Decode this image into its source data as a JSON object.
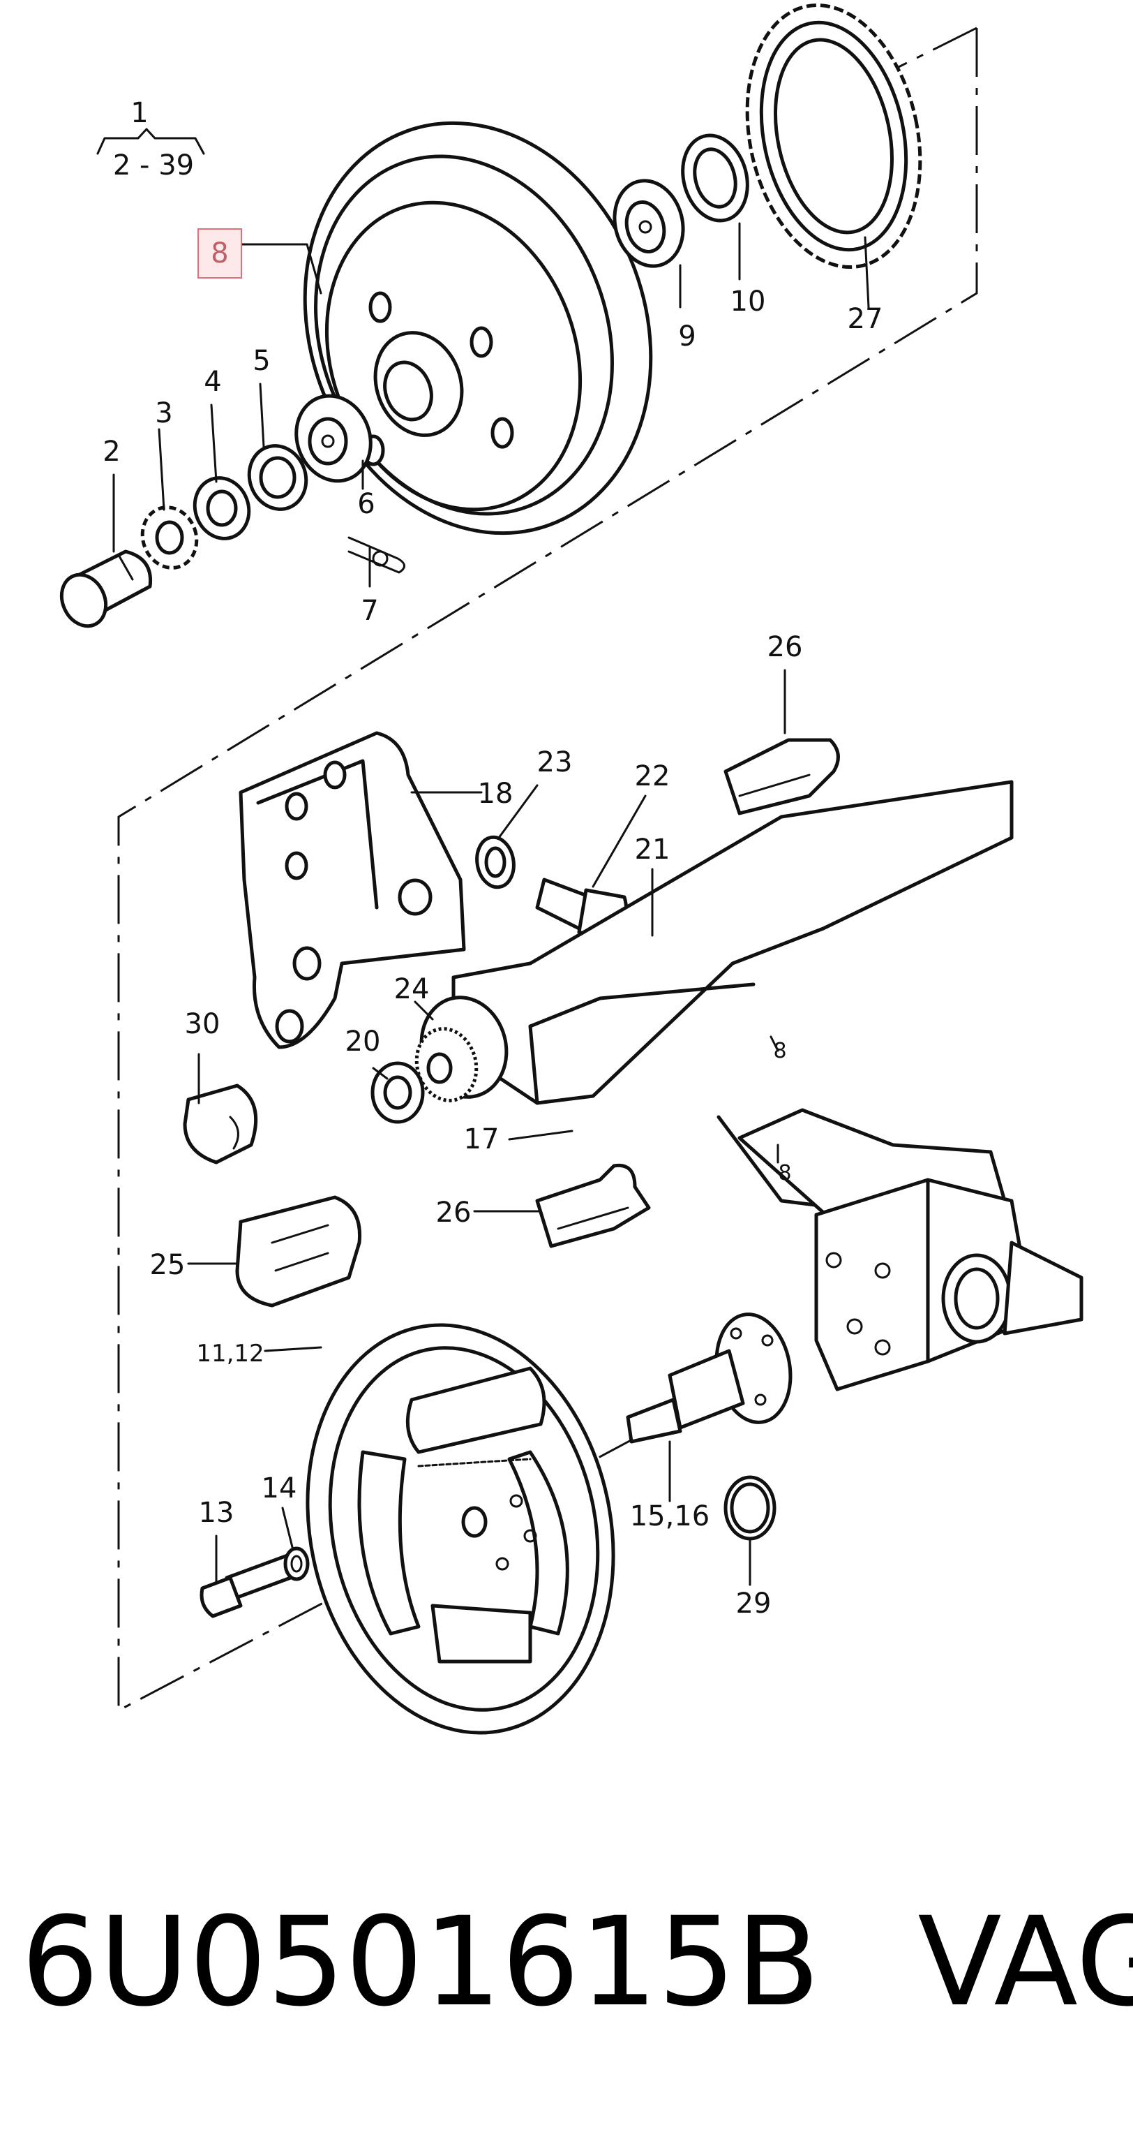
{
  "header": {
    "group_label": "1",
    "range_label": "2 - 39"
  },
  "callouts": {
    "c2": "2",
    "c3": "3",
    "c4": "4",
    "c5": "5",
    "c6": "6",
    "c7": "7",
    "c8": "8",
    "c9": "9",
    "c10": "10",
    "c27": "27",
    "c26a": "26",
    "c23": "23",
    "c22": "22",
    "c18": "18",
    "c21": "21",
    "c30": "30",
    "c24": "24",
    "c20": "20",
    "c17": "17",
    "c26b": "26",
    "c25": "25",
    "c11_12": "11,12",
    "c13": "13",
    "c14": "14",
    "c15_16": "15,16",
    "c29": "29",
    "c8_marker": "8"
  },
  "highlight": {
    "callout": "8",
    "color": "#e0707a",
    "fill": "#fde8ea"
  },
  "footer": {
    "part_number": "6U0501615B",
    "brand": "VAG"
  }
}
